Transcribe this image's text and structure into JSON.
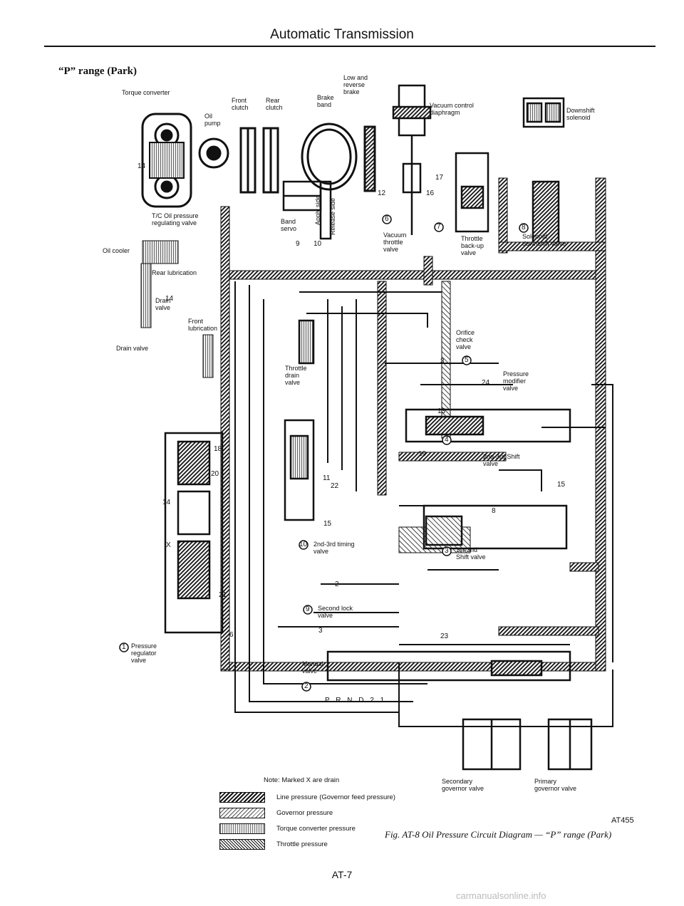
{
  "header": {
    "title": "Automatic Transmission"
  },
  "section_title": "“P” range (Park)",
  "labels": {
    "torque_converter": "Torque converter",
    "oil_pump": "Oil\npump",
    "front_clutch": "Front\nclutch",
    "rear_clutch": "Rear\nclutch",
    "brake_band": "Brake\nband",
    "low_reverse_brake": "Low and\nreverse\nbrake",
    "vacuum_diaphragm": "Vacuum control\ndiaphragm",
    "downshift_solenoid": "Downshift\nsolenoid",
    "tc_oil_pressure_valve": "T/C Oil pressure\nregulating valve",
    "oil_cooler": "Oil cooler",
    "rear_lubrication": "Rear lubrication",
    "drain_valve_small": "Drain\nvalve",
    "front_lubrication": "Front\nlubrication",
    "drain_valve": "Drain valve",
    "band_servo": "Band\nservo",
    "apply_side": "Apply side",
    "release_side": "Release side",
    "vacuum_throttle_valve": "Vacuum\nthrottle\nvalve",
    "throttle_backup_valve": "Throttle\nback-up\nvalve",
    "solenoid_downshift_valve": "Solenoid\ndownshift valve",
    "orifice_check_valve": "Orifice\ncheck\nvalve",
    "pressure_modifier_valve": "Pressure\nmodifier\nvalve",
    "throttle_drain_valve": "Throttle\ndrain\nvalve",
    "shift_valve_2_3": "2nd-3rd Shift\nvalve",
    "timing_valve_2_3": "2nd-3rd timing\nvalve",
    "shift_valve_1_2": "1st-2nd\nShift valve",
    "second_lock_valve": "Second lock\nvalve",
    "pressure_regulator_valve": "Pressure\nregulator\nvalve",
    "manual_valve": "Manual\nvalve",
    "range_letters": "P R N D 2 1",
    "secondary_governor": "Secondary\ngovernor valve",
    "primary_governor": "Primary\ngovernor valve"
  },
  "circled_numbers": {
    "n1": "1",
    "n2": "2",
    "n3": "3",
    "n4": "4",
    "n5": "5",
    "n6": "6",
    "n7": "7",
    "n8": "8",
    "n9": "9",
    "n10": "10"
  },
  "numbers": {
    "p14a": "14",
    "p14b": "14",
    "p14c": "14",
    "p9": "9",
    "p10": "10",
    "p12": "12",
    "p16": "16",
    "p17": "17",
    "p18": "18",
    "p20": "20",
    "p21": "21",
    "p22": "22",
    "p23": "23",
    "p3a": "3",
    "p3b": "3",
    "p13": "13",
    "p15a": "15",
    "p15b": "15",
    "p19": "19",
    "p24": "24",
    "p11": "11",
    "p8": "8",
    "p2": "2",
    "p6": "6",
    "x": "X"
  },
  "legend": {
    "note": "Note:  Marked X are drain",
    "items": [
      {
        "label": "Line pressure (Governor feed pressure)",
        "style": "line"
      },
      {
        "label": "Governor pressure",
        "style": "gov"
      },
      {
        "label": "Torque converter pressure",
        "style": "tc"
      },
      {
        "label": "Throttle pressure",
        "style": "thr"
      }
    ]
  },
  "figure_ref": "AT455",
  "caption": "Fig. AT-8  Oil Pressure Circuit Diagram — “P” range (Park)",
  "page_number": "AT-7",
  "watermark": "carmanualsonline.info"
}
